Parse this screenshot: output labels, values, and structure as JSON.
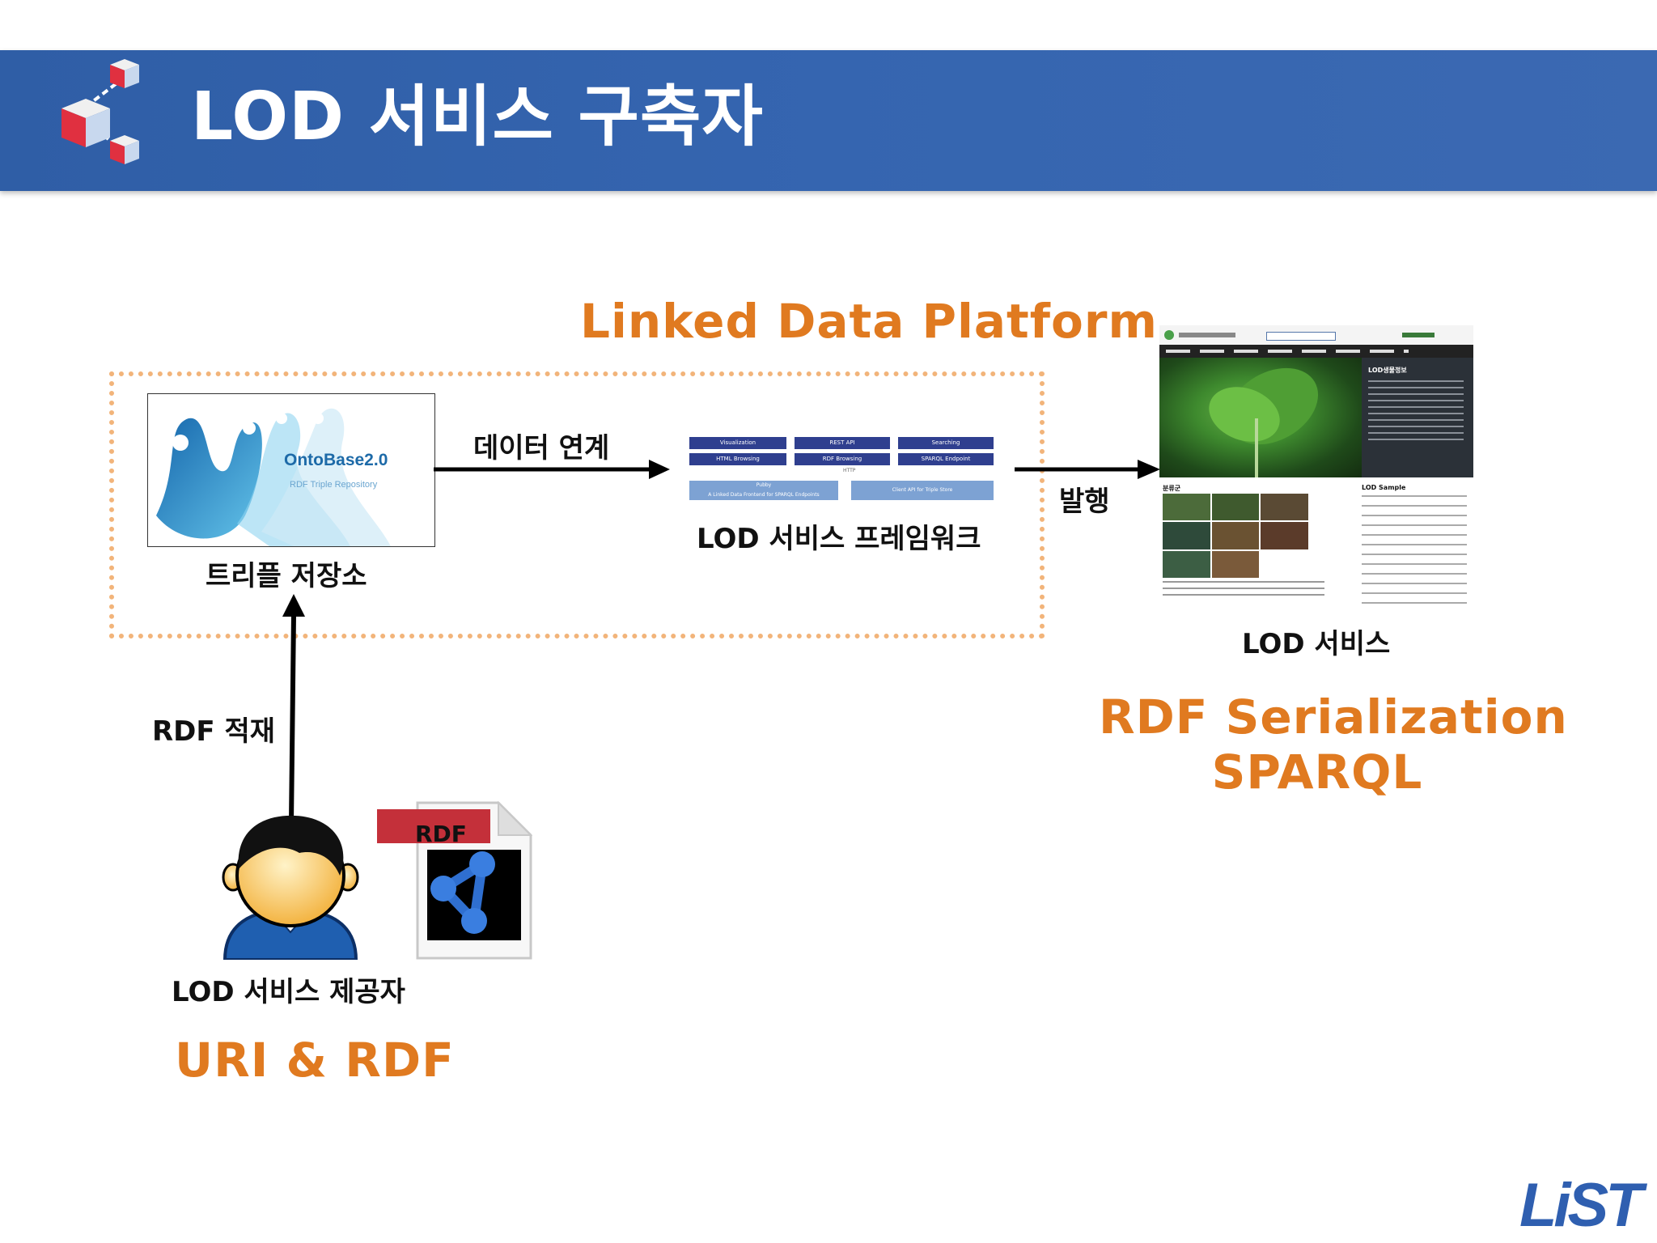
{
  "header": {
    "title": "LOD 서비스 구축자"
  },
  "platform_title": "Linked Data Platform",
  "triple_store": {
    "logo_name": "OntoBase2.0",
    "logo_subtitle": "RDF Triple Repository",
    "label": "트리플 저장소"
  },
  "link_label": "데이터 연계",
  "framework": {
    "label": "LOD 서비스 프레임워크",
    "buttons_row1": [
      "Visualization",
      "REST API",
      "Searching"
    ],
    "buttons_row2": [
      "HTML Browsing",
      "RDF Browsing",
      "SPARQL Endpoint"
    ],
    "lower_left": "Pubby\nA Linked Data Frontend for SPARQL Endpoints",
    "lower_right": "Client API for Triple Store",
    "http_label": "HTTP"
  },
  "publish_label": "발행",
  "lod_service": {
    "label": "LOD 서비스",
    "screenshot_side_title": "LOD생물정보",
    "category_title": "분류군",
    "sample_title": "LOD Sample"
  },
  "serialization": {
    "line1": "RDF Serialization",
    "line2": "SPARQL"
  },
  "rdf_load_label": "RDF 적재",
  "provider_label": "LOD 서비스 제공자",
  "rdf_file_label": "RDF",
  "uri_rdf": "URI & RDF",
  "logo_text": "LiST",
  "colors": {
    "header": "#3565b0",
    "accent": "#e07a20",
    "dashed": "#f2b47a",
    "dark_blue": "#2f3f8f"
  }
}
